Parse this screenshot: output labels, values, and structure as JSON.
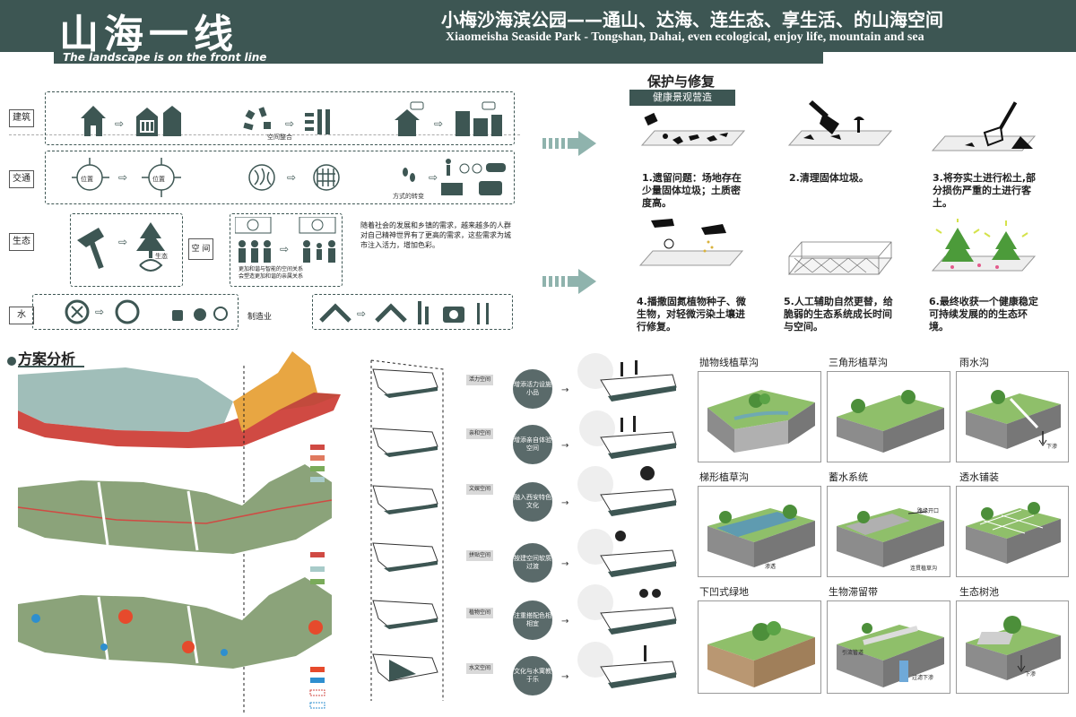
{
  "header": {
    "title": "山海一线",
    "subtitle_cn": "小梅沙海滨公园——通山、达海、连生态、享生活、的山海空间",
    "subtitle_en": "Xiaomeisha Seaside Park - Tongshan, Dahai, even ecological, enjoy life, mountain and sea",
    "tagline": "The landscape is on the front line"
  },
  "analysis": {
    "rows": [
      {
        "label": "建筑"
      },
      {
        "label": "交通"
      },
      {
        "label": "生态"
      },
      {
        "label": "水"
      }
    ],
    "notes": {
      "space_integration": "空间整合",
      "location_1": "位置",
      "location_2": "位置",
      "mode_change": "方式的转变",
      "eco_label": "生态",
      "space_label": "空 间",
      "space_relation": "更加和谐与智能的空间关系\n会塑造更加和谐的亲属关系",
      "manufacturing": "制造业",
      "paragraph": "随着社会的发展和乡镇的需求，越来越多的人群对自己精神世界有了更高的需求，这些需求为城市注入活力，增加色彩。"
    }
  },
  "protection": {
    "title": "保护与修复",
    "subtitle": "健康景观营造",
    "steps": [
      {
        "text": "1.遗留问题：场地存在少量固体垃圾；土质密度高。"
      },
      {
        "text": "2.清理固体垃圾。"
      },
      {
        "text": "3.将夯实土进行松土,部分损伤严重的土进行客土。"
      },
      {
        "text": "4.播撒固氮植物种子、微生物，对轻微污染土壤进行修复。"
      },
      {
        "text": "5.人工辅助自然更替，给脆弱的生态系统成长时间与空间。"
      },
      {
        "text": "6.最终收获一个健康稳定可持续发展的的生态环境。"
      }
    ]
  },
  "plan": {
    "title": "方案分析",
    "space_tags": [
      "活力空间",
      "亲和空间",
      "文娱空间",
      "拼贴空间",
      "植物空间",
      "水文空间"
    ],
    "circles": [
      "增添活力设施小品",
      "增添亲自体验空间",
      "融入西安特色文化",
      "按建空间软质过渡",
      "注重搭配色相相宜",
      "文化与水寓教于乐"
    ]
  },
  "swales": {
    "items": [
      {
        "label": "抛物线植草沟"
      },
      {
        "label": "三角形植草沟"
      },
      {
        "label": "雨水沟",
        "note": "下渗"
      },
      {
        "label": "梯形植草沟",
        "note": "渗透"
      },
      {
        "label": "蓄水系统",
        "note1": "路缘开口",
        "note2": "连贯植草沟"
      },
      {
        "label": "透水铺装"
      },
      {
        "label": "下凹式绿地"
      },
      {
        "label": "生物滞留带",
        "note1": "引流管道",
        "note2": "过滤下渗"
      },
      {
        "label": "生态树池",
        "note": "下渗"
      }
    ]
  },
  "colors": {
    "primary": "#3d5653",
    "teal": "#6f9a92",
    "green": "#7aab5a",
    "red": "#d04a43",
    "orange": "#e8a642",
    "lightblue": "#a8cbc9"
  }
}
